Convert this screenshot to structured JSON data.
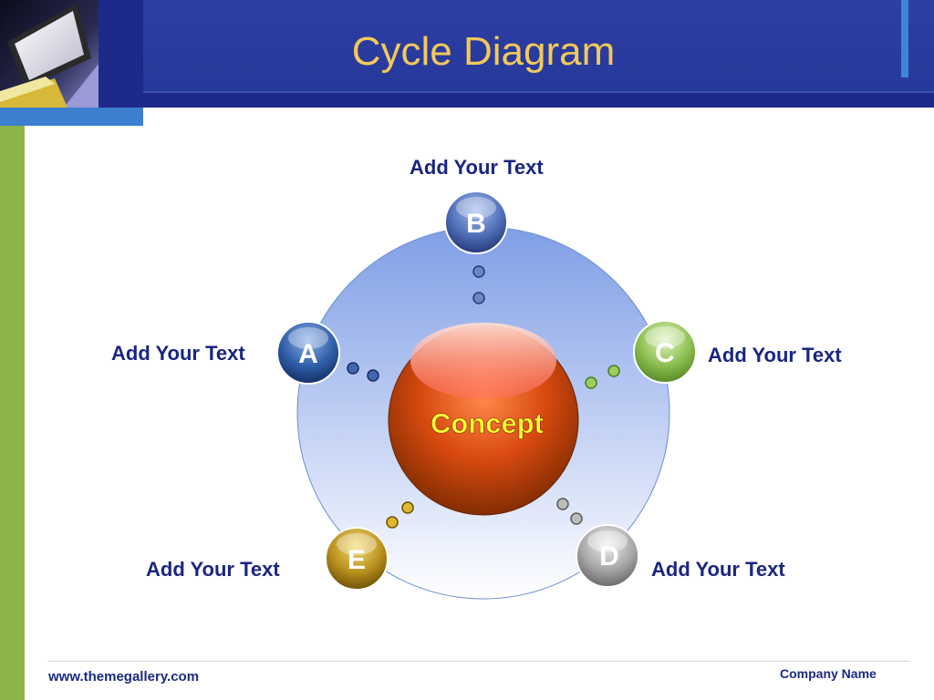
{
  "slide": {
    "title": "Cycle Diagram",
    "footer_left": "www.themegallery.com",
    "footer_right": "Company Name"
  },
  "diagram": {
    "center_label": "Concept",
    "nodes": [
      {
        "letter": "A",
        "text": "Add Your Text",
        "color": "#2f5fa8"
      },
      {
        "letter": "B",
        "text": "Add Your Text",
        "color": "#4f6fb8"
      },
      {
        "letter": "C",
        "text": "Add Your Text",
        "color": "#8cbf50"
      },
      {
        "letter": "D",
        "text": "Add Your Text",
        "color": "#9a9a9a"
      },
      {
        "letter": "E",
        "text": "Add Your Text",
        "color": "#b8901c"
      }
    ],
    "colors": {
      "center": "#e05a18",
      "concept_text": "#ffff33",
      "ring": "#8aa4e6",
      "label_text": "#1a2680"
    }
  }
}
